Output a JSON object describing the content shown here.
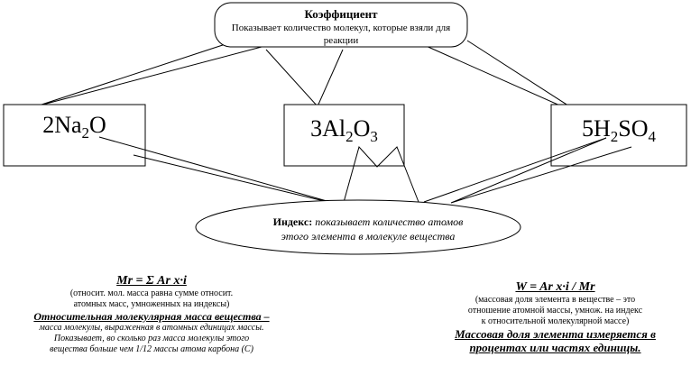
{
  "coefficient": {
    "title": "Коэффициент",
    "description": "Показывает  количество молекул, которые взяли для реакции"
  },
  "formulas": [
    {
      "coef": "2",
      "p1": "Na",
      "s1": "2",
      "p2": "O",
      "s2": ""
    },
    {
      "coef": "3",
      "p1": "Al",
      "s1": "2",
      "p2": "O",
      "s2": "3"
    },
    {
      "coef": "5",
      "p1": "H",
      "s1": "2",
      "p2": "SO",
      "s2": "4"
    }
  ],
  "index": {
    "label": "Индекс:",
    "line1": " показывает количество атомов",
    "line2": "этого элемента в молекуле вещества"
  },
  "mr": {
    "formula": "Mr = Σ Ar x·i",
    "note_line1": "(относит. мол. масса равна сумме относит.",
    "note_line2": "атомных масс, умноженных на индексы)",
    "heading": "Относительная молекулярная масса вещества –",
    "desc_line1": "масса молекулы, выраженная в атомных единицах массы.",
    "desc_line2": "Показывает, во сколько раз масса молекулы этого",
    "desc_line3": "вещества больше чем 1/12 массы атома карбона (С)"
  },
  "w": {
    "formula": "W = Ar x·i / Mr",
    "note_line1": "(массовая доля элемента в веществе – это",
    "note_line2": "отношение атомной массы, умнож. на индекс",
    "note_line3": "к относительной молекулярной массе)",
    "heading_line1": "Массовая доля элемента измеряется в",
    "heading_line2": "процентах или частях единицы."
  }
}
